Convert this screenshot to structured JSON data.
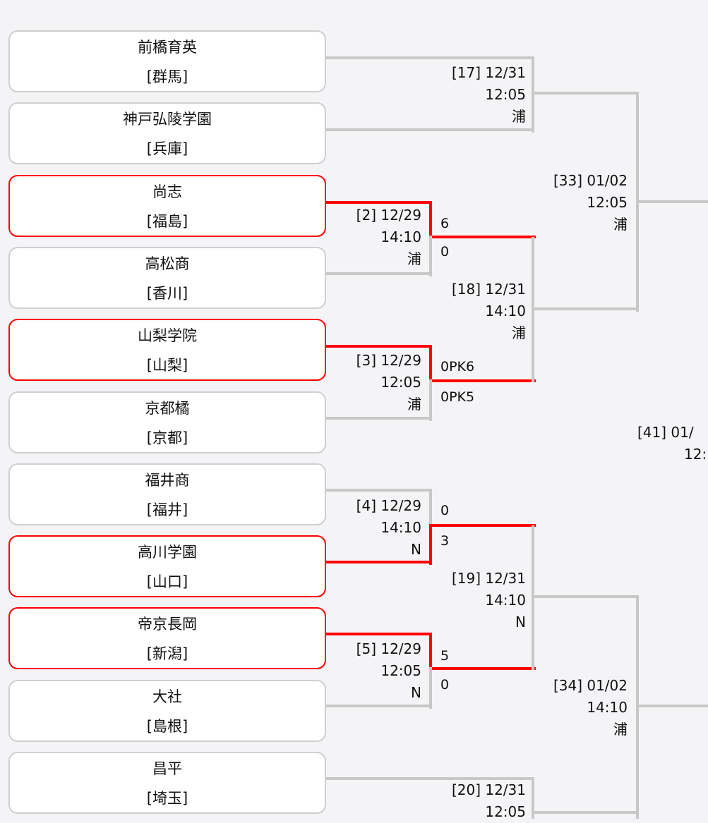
{
  "teams": [
    {
      "name": "前橋育英",
      "pref": "[群馬]",
      "winner": false
    },
    {
      "name": "神戸弘陵学園",
      "pref": "[兵庫]",
      "winner": false
    },
    {
      "name": "尚志",
      "pref": "[福島]",
      "winner": true
    },
    {
      "name": "高松商",
      "pref": "[香川]",
      "winner": false
    },
    {
      "name": "山梨学院",
      "pref": "[山梨]",
      "winner": true
    },
    {
      "name": "京都橘",
      "pref": "[京都]",
      "winner": false
    },
    {
      "name": "福井商",
      "pref": "[福井]",
      "winner": false
    },
    {
      "name": "高川学園",
      "pref": "[山口]",
      "winner": true
    },
    {
      "name": "帝京長岡",
      "pref": "[新潟]",
      "winner": true
    },
    {
      "name": "大社",
      "pref": "[島根]",
      "winner": false
    },
    {
      "name": "昌平",
      "pref": "[埼玉]",
      "winner": false
    }
  ],
  "matches": {
    "m17": {
      "id": "[17] 12/31",
      "time": "12:05",
      "venue": "浦"
    },
    "m2": {
      "id": "[2] 12/29",
      "time": "14:10",
      "venue": "浦"
    },
    "m3": {
      "id": "[3] 12/29",
      "time": "12:05",
      "venue": "浦"
    },
    "m18": {
      "id": "[18] 12/31",
      "time": "14:10",
      "venue": "浦"
    },
    "m33": {
      "id": "[33] 01/02",
      "time": "12:05",
      "venue": "浦"
    },
    "m4": {
      "id": "[4] 12/29",
      "time": "14:10",
      "venue": "N"
    },
    "m5": {
      "id": "[5] 12/29",
      "time": "12:05",
      "venue": "N"
    },
    "m19": {
      "id": "[19] 12/31",
      "time": "14:10",
      "venue": "N"
    },
    "m34": {
      "id": "[34] 01/02",
      "time": "14:10",
      "venue": "浦"
    },
    "m20": {
      "id": "[20] 12/31",
      "time": "12:05"
    },
    "m41": {
      "id": "[41] 01/",
      "time": "12:"
    }
  },
  "scores": {
    "m2": [
      "6",
      "0"
    ],
    "m3": [
      "0PK6",
      "0PK5"
    ],
    "m4": [
      "0",
      "3"
    ],
    "m5": [
      "5",
      "0"
    ]
  },
  "colors": {
    "winner": "#ff0000",
    "line": "#c8c8c8",
    "background": "#f4f3f6"
  }
}
